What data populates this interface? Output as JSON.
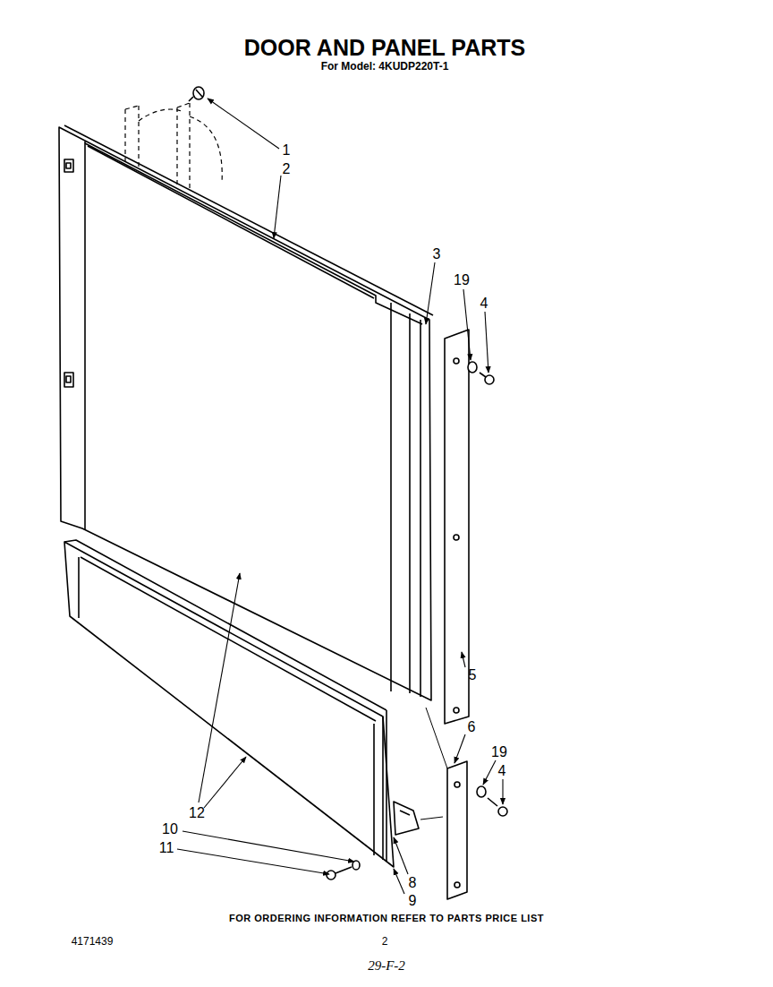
{
  "diagram": {
    "title": "DOOR AND PANEL PARTS",
    "caption": "FOR ORDERING INFORMATION REFER TO PARTS PRICE LIST",
    "labels": [
      "For Model: 4KUDP220T-1",
      "1",
      "2",
      "3",
      "19",
      "4",
      "5",
      "6",
      "19",
      "4",
      "12",
      "10",
      "11",
      "8",
      "9",
      "4171439",
      "2",
      "29-F-2"
    ]
  }
}
